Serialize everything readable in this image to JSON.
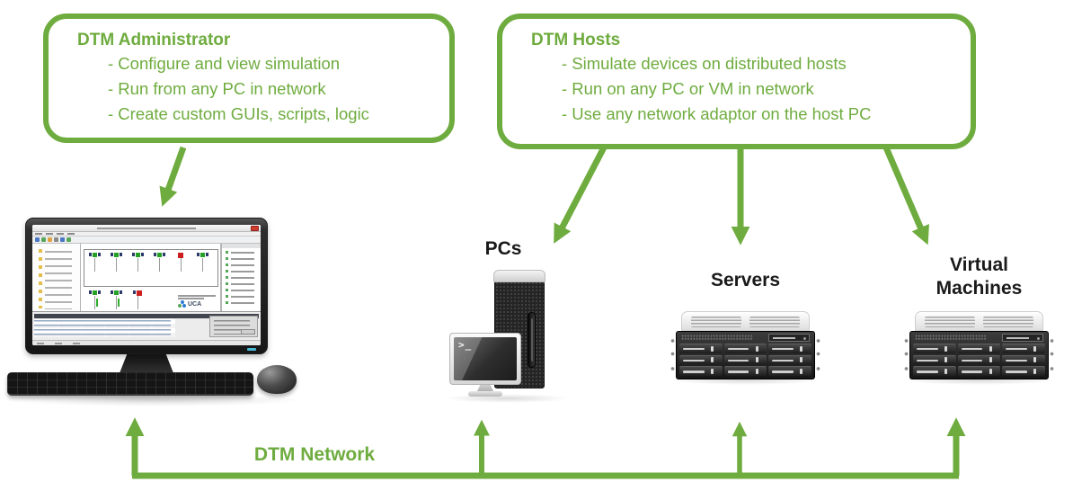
{
  "palette": {
    "accent_green": "#6FAC3F",
    "label_color": "#1a1a1a"
  },
  "callouts": {
    "admin": {
      "title": "DTM Administrator",
      "bullets": [
        "- Configure and view simulation",
        "- Run from any PC in network",
        "- Create custom GUIs, scripts, logic"
      ]
    },
    "hosts": {
      "title": "DTM Hosts",
      "bullets": [
        "- Simulate devices on distributed hosts",
        "- Run on any PC or VM in network",
        "- Use any network adaptor on the host PC"
      ]
    }
  },
  "nodes": {
    "admin_pc": {
      "screen_logo": "UCA"
    },
    "pcs": {
      "label": "PCs",
      "terminal_prompt": ">_"
    },
    "servers": {
      "label": "Servers"
    },
    "vms": {
      "label_line1": "Virtual",
      "label_line2": "Machines"
    }
  },
  "network": {
    "label": "DTM Network"
  }
}
